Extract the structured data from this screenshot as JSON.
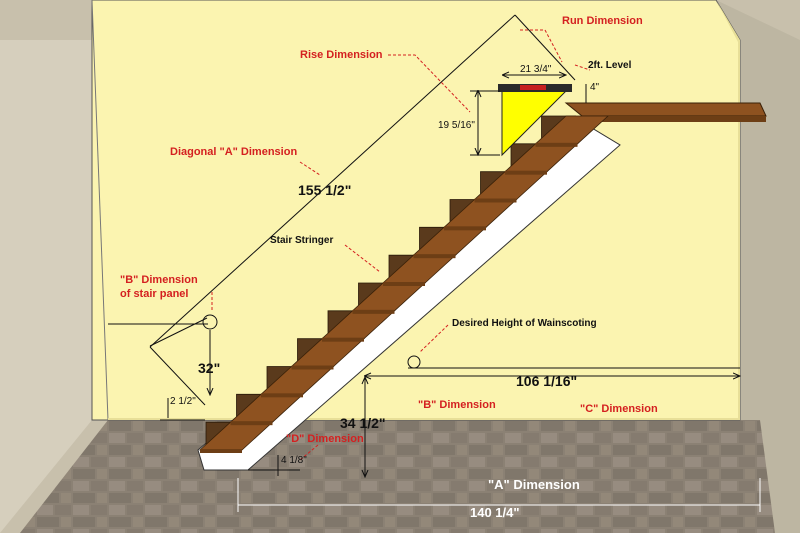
{
  "labels": {
    "run_dimension": "Run Dimension",
    "rise_dimension": "Rise Dimension",
    "level": "2ft. Level",
    "run_value": "21 3/4\"",
    "rise_value": "19 5/16\"",
    "nosing_value": "4\"",
    "diagonal_a": "Diagonal \"A\" Dimension",
    "diagonal_value": "155 1/2\"",
    "stair_stringer": "Stair Stringer",
    "b_panel_line1": "\"B\" Dimension",
    "b_panel_line2": "of stair panel",
    "wainscot": "Desired Height of Wainscoting",
    "panel_height": "32\"",
    "bottom_offset": "2 1/2\"",
    "c_value": "106 1/16\"",
    "b_dimension": "\"B\" Dimension",
    "c_dimension": "\"C\" Dimension",
    "b_value": "34 1/2\"",
    "d_dimension": "\"D\" Dimension",
    "d_value": "4 1/8\"",
    "a_dimension": "\"A\" Dimension",
    "a_value": "140 1/4\""
  },
  "colors": {
    "wall": "#fbf4b0",
    "floor": "#8c8276",
    "tread": "#8e5220",
    "stringer": "#ffffff",
    "level_fill": "#ffff00",
    "accent_red": "#d42020"
  }
}
